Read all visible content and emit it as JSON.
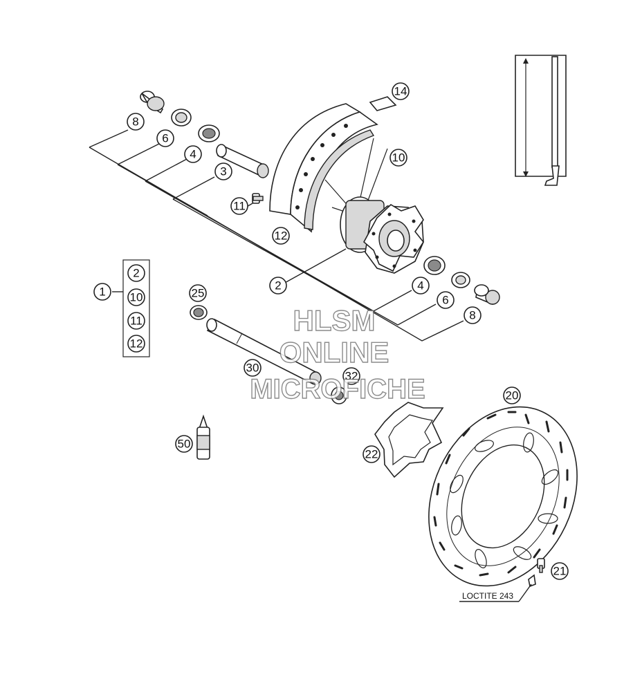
{
  "callouts": {
    "c1": "1",
    "c2a": "2",
    "c2b": "2",
    "c3": "3",
    "c4a": "4",
    "c4b": "4",
    "c6a": "6",
    "c6b": "6",
    "c8a": "8",
    "c8b": "8",
    "c10": "10",
    "c11": "11",
    "c12": "12",
    "c14": "14",
    "c20": "20",
    "c21": "21",
    "c22": "22",
    "c25": "25",
    "c30": "30",
    "c32": "32",
    "c50": "50"
  },
  "kit_group": {
    "items": [
      "2",
      "10",
      "11",
      "12"
    ]
  },
  "loctite_label": "LOCTITE 243",
  "watermark": {
    "line1": "HLSM",
    "line2": "ONLINE",
    "line3": "MICROFICHE"
  }
}
